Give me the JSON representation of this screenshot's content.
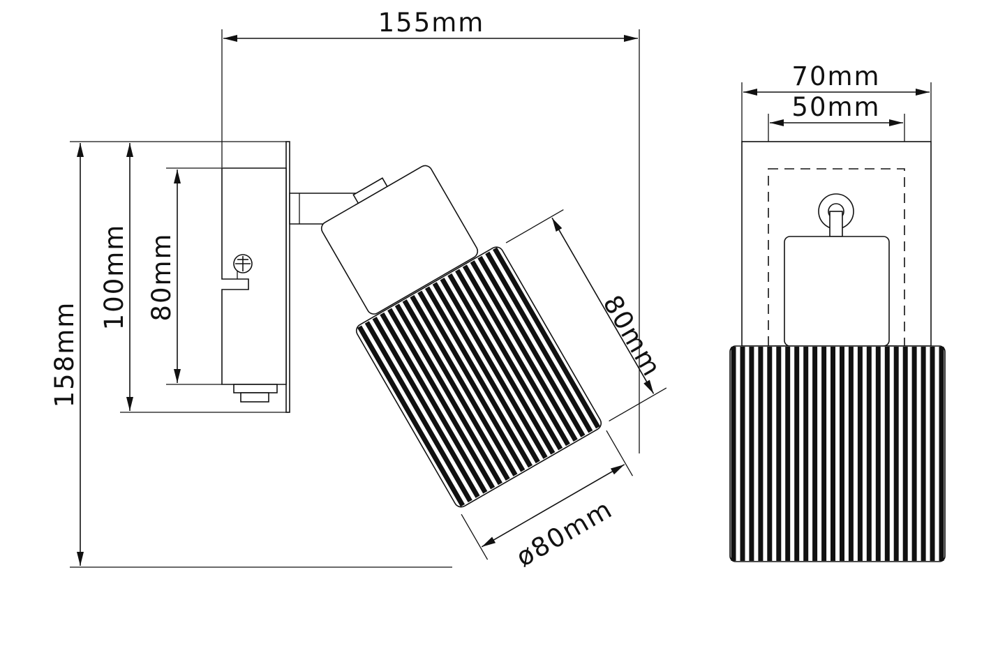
{
  "side_view": {
    "width_label": "155mm",
    "total_height_label": "158mm",
    "backplate_height_label": "100mm",
    "mount_height_label": "80mm",
    "shade_length_label": "80mm",
    "shade_diameter_label": "ø80mm"
  },
  "front_view": {
    "outer_width_label": "70mm",
    "inner_width_label": "50mm"
  },
  "colors": {
    "line": "#111111",
    "background": "#ffffff"
  }
}
